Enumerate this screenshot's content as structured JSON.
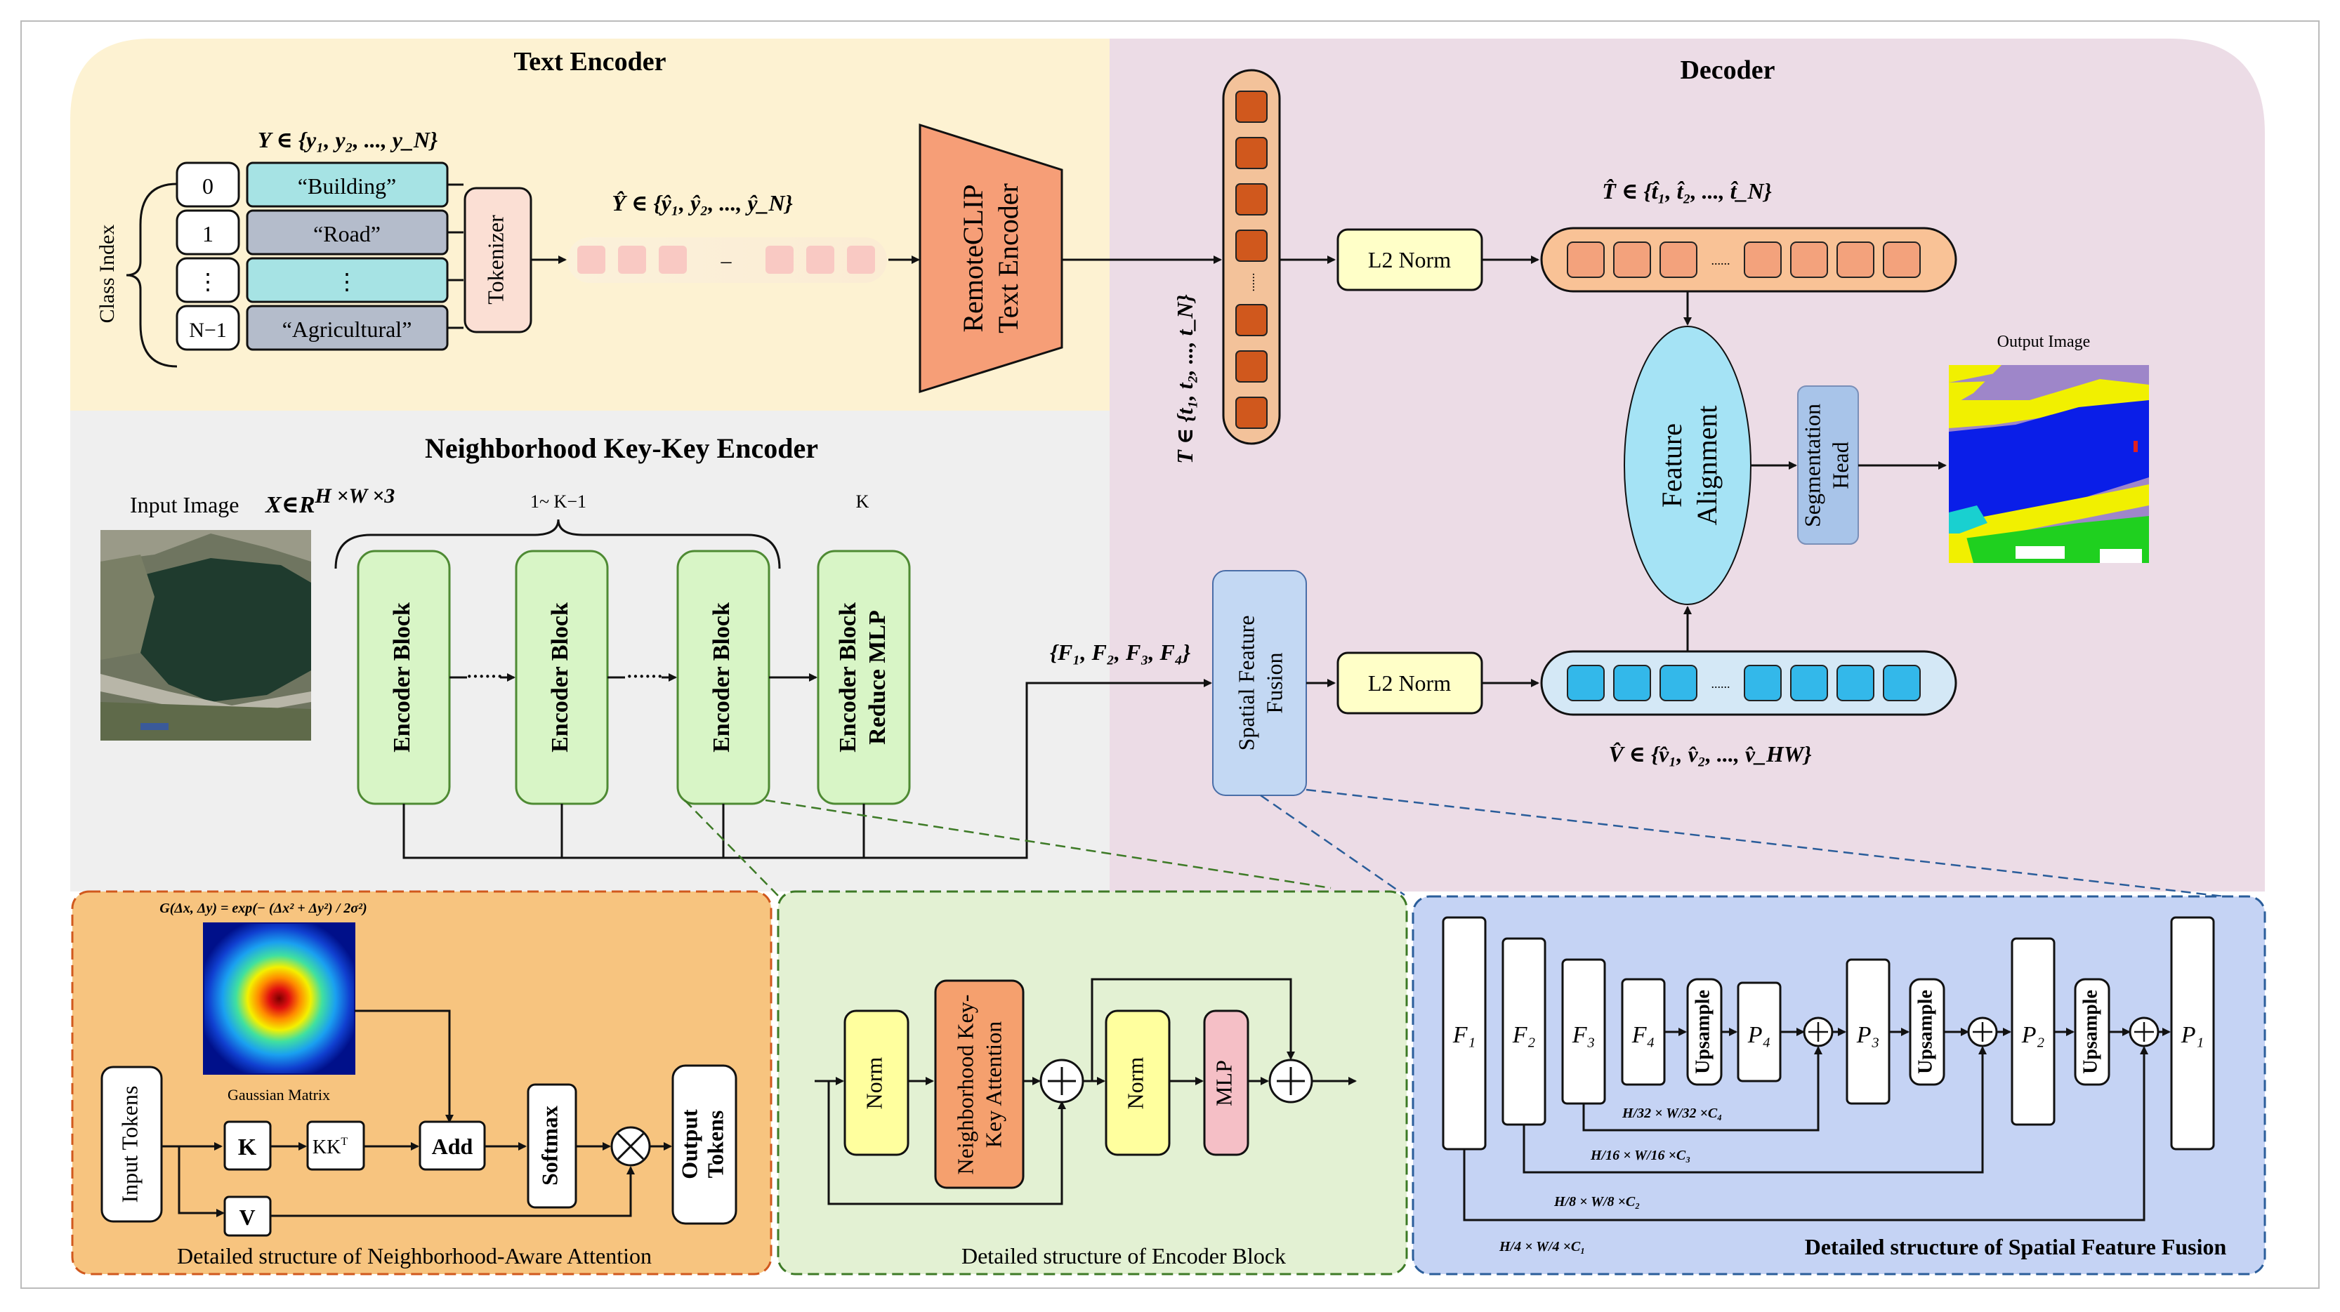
{
  "sections": {
    "text_encoder": "Text Encoder",
    "decoder": "Decoder",
    "nkk_encoder": "Neighborhood Key-Key Encoder"
  },
  "text_encoder": {
    "class_index_label": "Class Index",
    "set_label": "Y ∈ {y₁, y₂, ..., y_N}",
    "indices": [
      "0",
      "1",
      "⋮",
      "N−1"
    ],
    "names": [
      "“Building”",
      "“Road”",
      "⋮",
      "“Agricultural”"
    ],
    "tokenizer": "Tokenizer",
    "token_set": "Ŷ ∈ {ŷ₁, ŷ₂, ..., ŷ_N}",
    "token_dots": "–",
    "clip_line1": "RemoteCLIP",
    "clip_line2": "Text Encoder"
  },
  "decoder": {
    "t_set": "T ∈ {t₁, t₂, ..., t_N}",
    "t_hat_set": "T̂ ∈ {t̂₁, t̂₂, ..., t̂_N}",
    "v_hat_set": "V̂ ∈ {v̂₁, v̂₂, ..., v̂_HW}",
    "l2_norm_top": "L2 Norm",
    "l2_norm_bottom": "L2 Norm",
    "feature_alignment_l1": "Feature",
    "feature_alignment_l2": "Alignment",
    "seg_head_l1": "Segmentation",
    "seg_head_l2": "Head",
    "output_image": "Output Image",
    "sff_l1": "Spatial Feature",
    "sff_l2": "Fusion",
    "dots": "......"
  },
  "encoder": {
    "input_image": "Input Image",
    "input_formula": "X∈R",
    "input_formula_sup": "H ×W ×3",
    "range_label": "1~ K−1",
    "k_label": "K",
    "block": "Encoder Block",
    "last_block_l1": "Encoder Block",
    "last_block_l2": "Reduce MLP",
    "dots": "······",
    "features": "{F₁, F₂, F₃, F₄}"
  },
  "attention_detail": {
    "gaussian_formula": "G(Δx, Δy) = exp(− (Δx² + Δy²) / 2σ²)",
    "gaussian_label": "Gaussian Matrix",
    "input_tokens": "Input Tokens",
    "k": "K",
    "v": "V",
    "kkt": "KK",
    "kkt_sup": "T",
    "add": "Add",
    "softmax": "Softmax",
    "output_tokens_l1": "Output",
    "output_tokens_l2": "Tokens",
    "caption": "Detailed structure of  Neighborhood-Aware Attention"
  },
  "encoder_detail": {
    "norm1": "Norm",
    "nka_l1": "Neighborhood Key-",
    "nka_l2": "Key Attention",
    "norm2": "Norm",
    "mlp": "MLP",
    "caption": "Detailed structure of Encoder Block"
  },
  "sff_detail": {
    "f1": "F₁",
    "f2": "F₂",
    "f3": "F₃",
    "f4": "F₄",
    "p1": "P₁",
    "p2": "P₂",
    "p3": "P₃",
    "p4": "P₄",
    "upsample": "Upsample",
    "dim4": "H/32 × W/32 ×C₄",
    "dim3": "H/16 × W/16 ×C₃",
    "dim2": "H/8 × W/8 ×C₂",
    "dim1": "H/4 × W/4 ×C₁",
    "caption": "Detailed structure of  Spatial Feature Fusion"
  },
  "colors": {
    "text_encoder_bg": "#FDF2D2",
    "decoder_bg": "#ECDCE6",
    "encoder_bg": "#EFEFEF",
    "attention_bg": "#F7C47F",
    "encoder_detail_bg": "#E3F1D3",
    "sff_bg": "#C5D3F4",
    "clip": "#F69E77",
    "token_dark": "#D0581D",
    "token_light": "#F3A27C",
    "token_blue": "#33B8EA",
    "alignment": "#A5E3F5",
    "seg_head": "#A8C4E9",
    "l2norm": "#FFFFC8",
    "encoder_block": "#D8F5C6"
  }
}
